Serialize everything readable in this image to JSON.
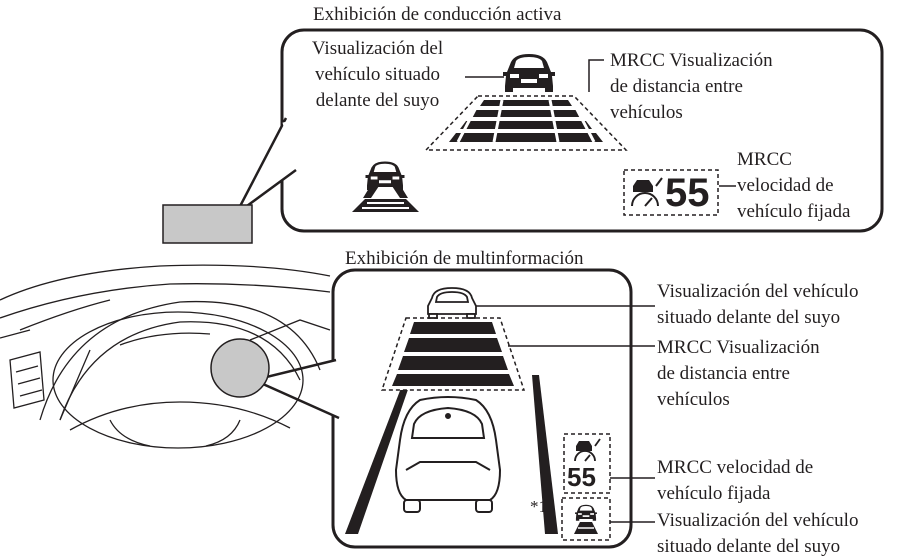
{
  "top_panel": {
    "title": "Exhibición de conducción activa",
    "vehicle_ahead_label": [
      "Visualización del",
      "vehículo situado",
      "delante del suyo"
    ],
    "distance_label": [
      "MRCC Visualización",
      "de distancia entre",
      "vehículos"
    ],
    "speed_label": [
      "MRCC",
      "velocidad de",
      "vehículo fijada"
    ],
    "speed_value": "55"
  },
  "bottom_panel": {
    "title": "Exhibición de multinformación",
    "vehicle_ahead_label": [
      "Visualización del vehículo",
      "situado delante del suyo"
    ],
    "distance_label": [
      "MRCC Visualización",
      "de distancia entre",
      "vehículos"
    ],
    "speed_label": [
      "MRCC velocidad de",
      "vehículo fijada"
    ],
    "speed_value": "55",
    "footnote_mark": "*1",
    "vehicle_ahead_small_label": [
      "Visualización del vehículo",
      "situado delante del suyo"
    ]
  },
  "colors": {
    "ink": "#231f20",
    "gray_fill": "#c8c8c8"
  },
  "icons": [
    "car-rear-icon",
    "speedometer-car-icon",
    "steering-wheel-dashboard-illustration"
  ]
}
